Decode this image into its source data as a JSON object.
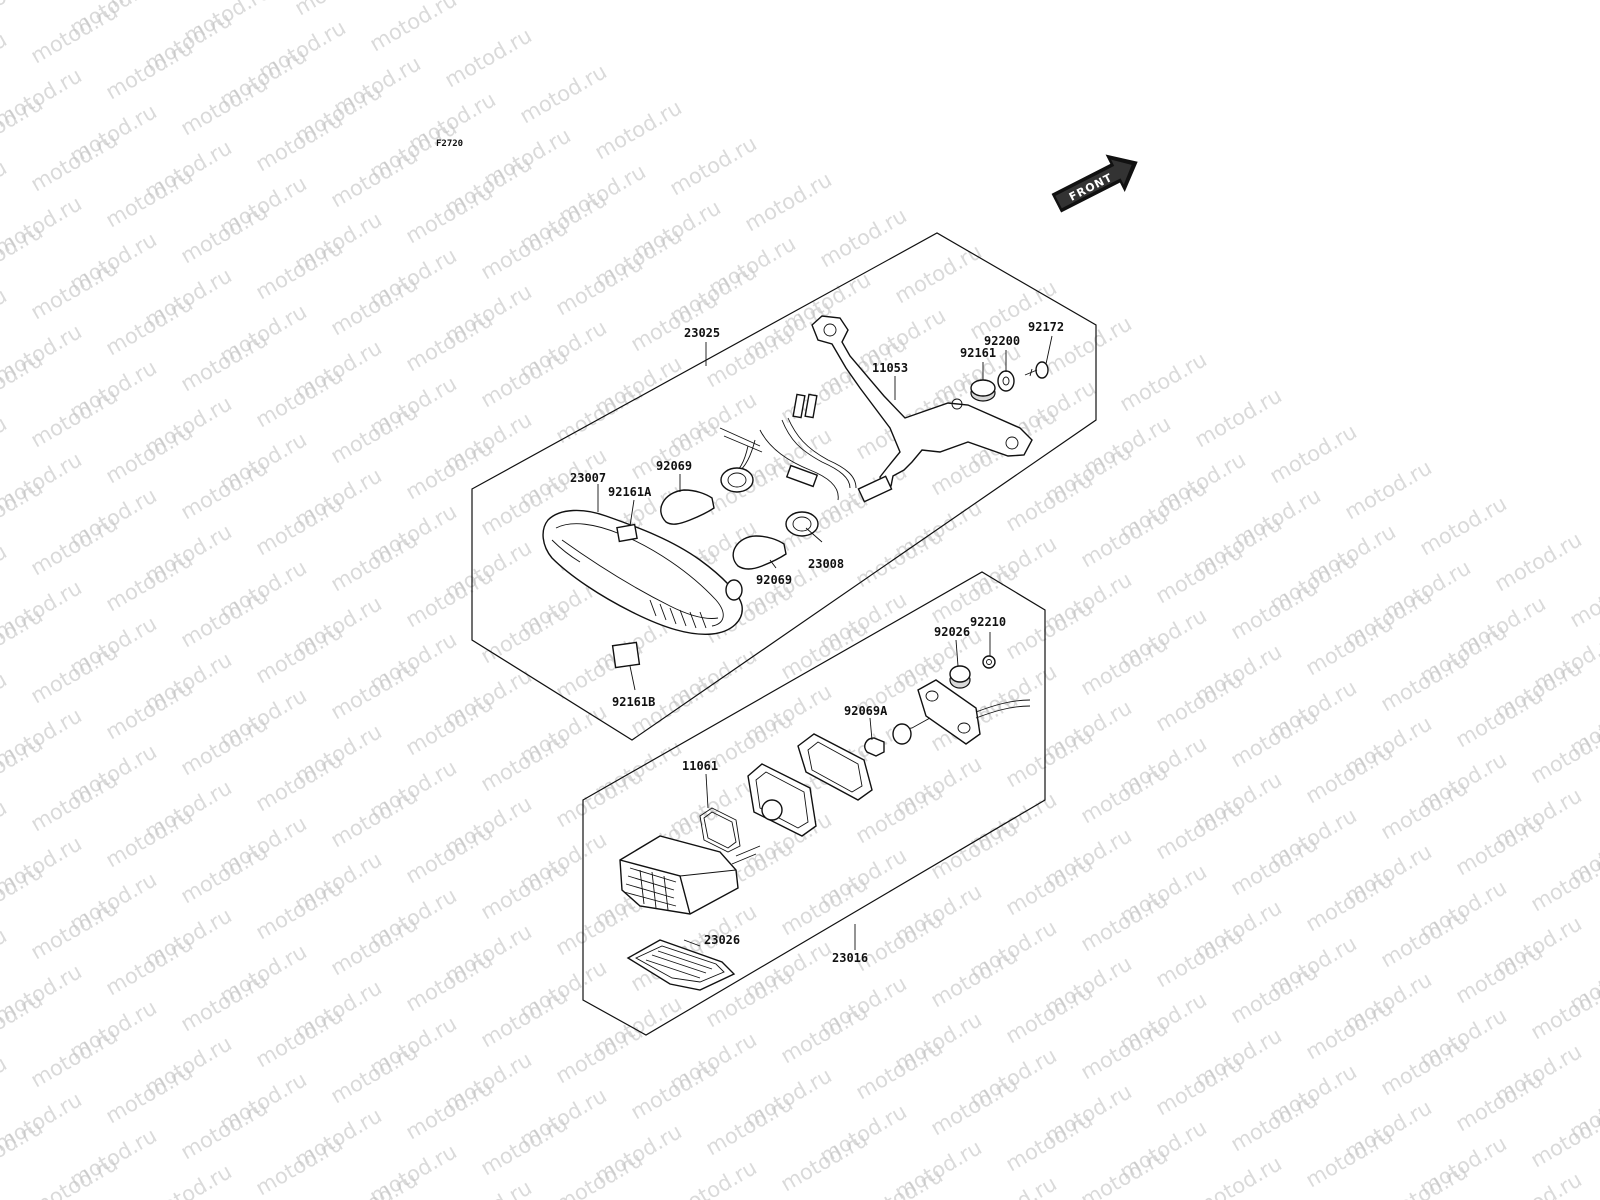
{
  "figure_code": "F2720",
  "front_arrow": {
    "text": "FRONT",
    "icon": "front-direction-arrow-icon"
  },
  "watermark": {
    "text": "motod.ru"
  },
  "callouts": [
    {
      "id": "c23025",
      "label": "23025"
    },
    {
      "id": "c11053",
      "label": "11053"
    },
    {
      "id": "c92172",
      "label": "92172"
    },
    {
      "id": "c92200",
      "label": "92200"
    },
    {
      "id": "c92161",
      "label": "92161"
    },
    {
      "id": "c23007",
      "label": "23007"
    },
    {
      "id": "c92069a",
      "label": "92069"
    },
    {
      "id": "c92161A",
      "label": "92161A"
    },
    {
      "id": "c23008",
      "label": "23008"
    },
    {
      "id": "c92069b",
      "label": "92069"
    },
    {
      "id": "c92161B",
      "label": "92161B"
    },
    {
      "id": "c92210",
      "label": "92210"
    },
    {
      "id": "c92026",
      "label": "92026"
    },
    {
      "id": "c92069A",
      "label": "92069A"
    },
    {
      "id": "c11061",
      "label": "11061"
    },
    {
      "id": "c23026",
      "label": "23026"
    },
    {
      "id": "c23016",
      "label": "23016"
    }
  ]
}
